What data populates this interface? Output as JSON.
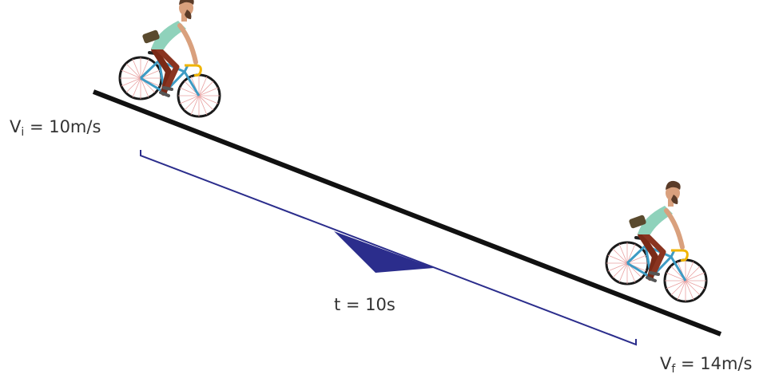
{
  "initial_velocity": {
    "symbol": "V",
    "subscript": "i",
    "value": " = 10m/s"
  },
  "final_velocity": {
    "symbol": "V",
    "subscript": "f",
    "value": " = 14m/s"
  },
  "time_label": "t = 10s",
  "colors": {
    "slope": "#111111",
    "bracket": "#2b2d8c",
    "skin": "#d9a07d",
    "beard": "#5a3b28",
    "shirt": "#8fd2bb",
    "pants": "#7a2a17",
    "bag": "#5a4a2e",
    "frame": "#3d9bc4",
    "wheel": "#1a1a1a",
    "spokes": "#e8a0a0",
    "handlebar": "#f0b400"
  }
}
